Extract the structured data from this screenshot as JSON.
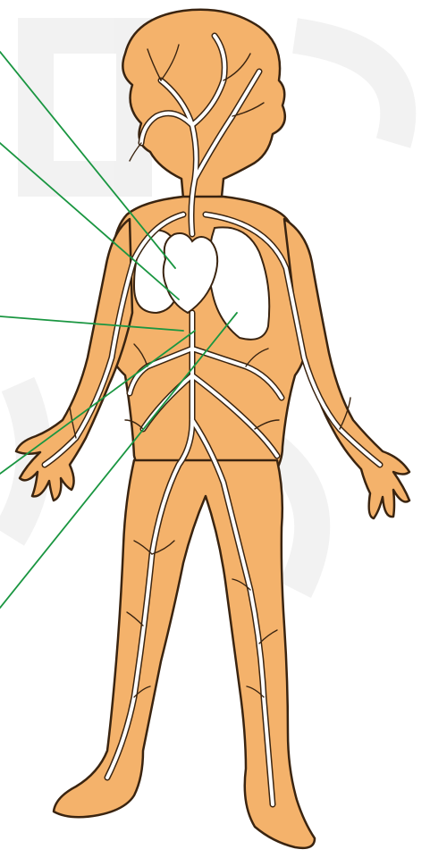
{
  "diagram": {
    "colors": {
      "skin": "#f4b26b",
      "skin_light": "#f7c98d",
      "outline": "#3a2410",
      "vessel": "#ffffff",
      "pointer": "#1a9641",
      "watermark": "#d9d9d9"
    },
    "pointers": [
      {
        "name": "pointer-heart"
      },
      {
        "name": "pointer-aorta"
      },
      {
        "name": "pointer-vena-cava"
      },
      {
        "name": "pointer-artery"
      },
      {
        "name": "pointer-vein"
      }
    ]
  }
}
